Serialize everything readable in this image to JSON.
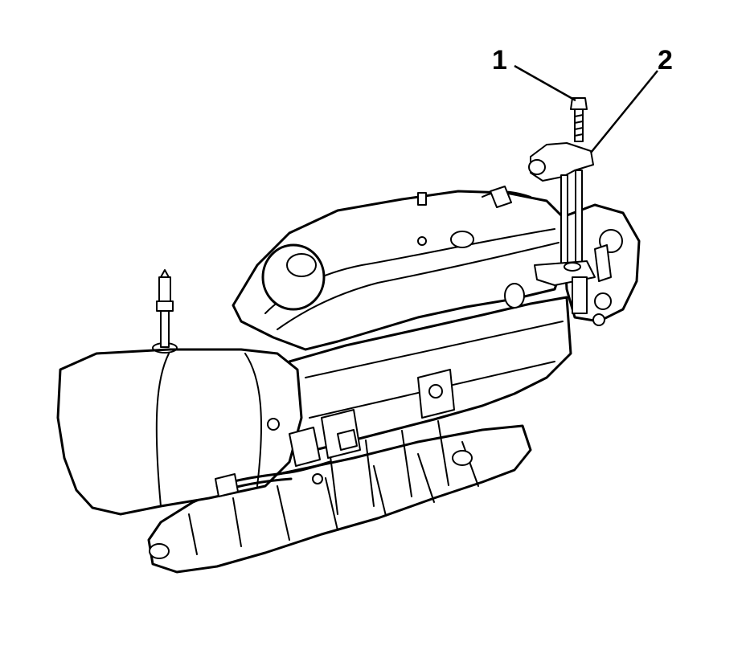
{
  "callouts": [
    {
      "label": "1",
      "part": "bolt"
    },
    {
      "label": "2",
      "part": "bracket"
    }
  ],
  "icons": [
    "intake-manifold-drawing",
    "bolt-icon",
    "bracket-icon",
    "connector-icon"
  ]
}
